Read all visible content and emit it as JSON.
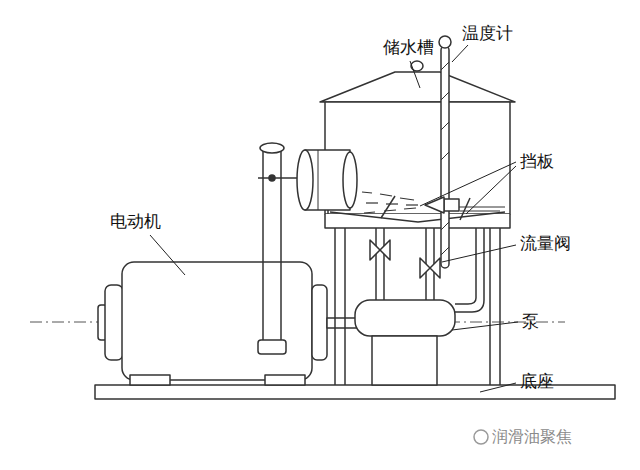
{
  "diagram": {
    "labels": [
      "储水槽",
      "温度计",
      "挡板",
      "电动机",
      "流量阀",
      "泵",
      "底座",
      "润滑油聚焦"
    ]
  }
}
